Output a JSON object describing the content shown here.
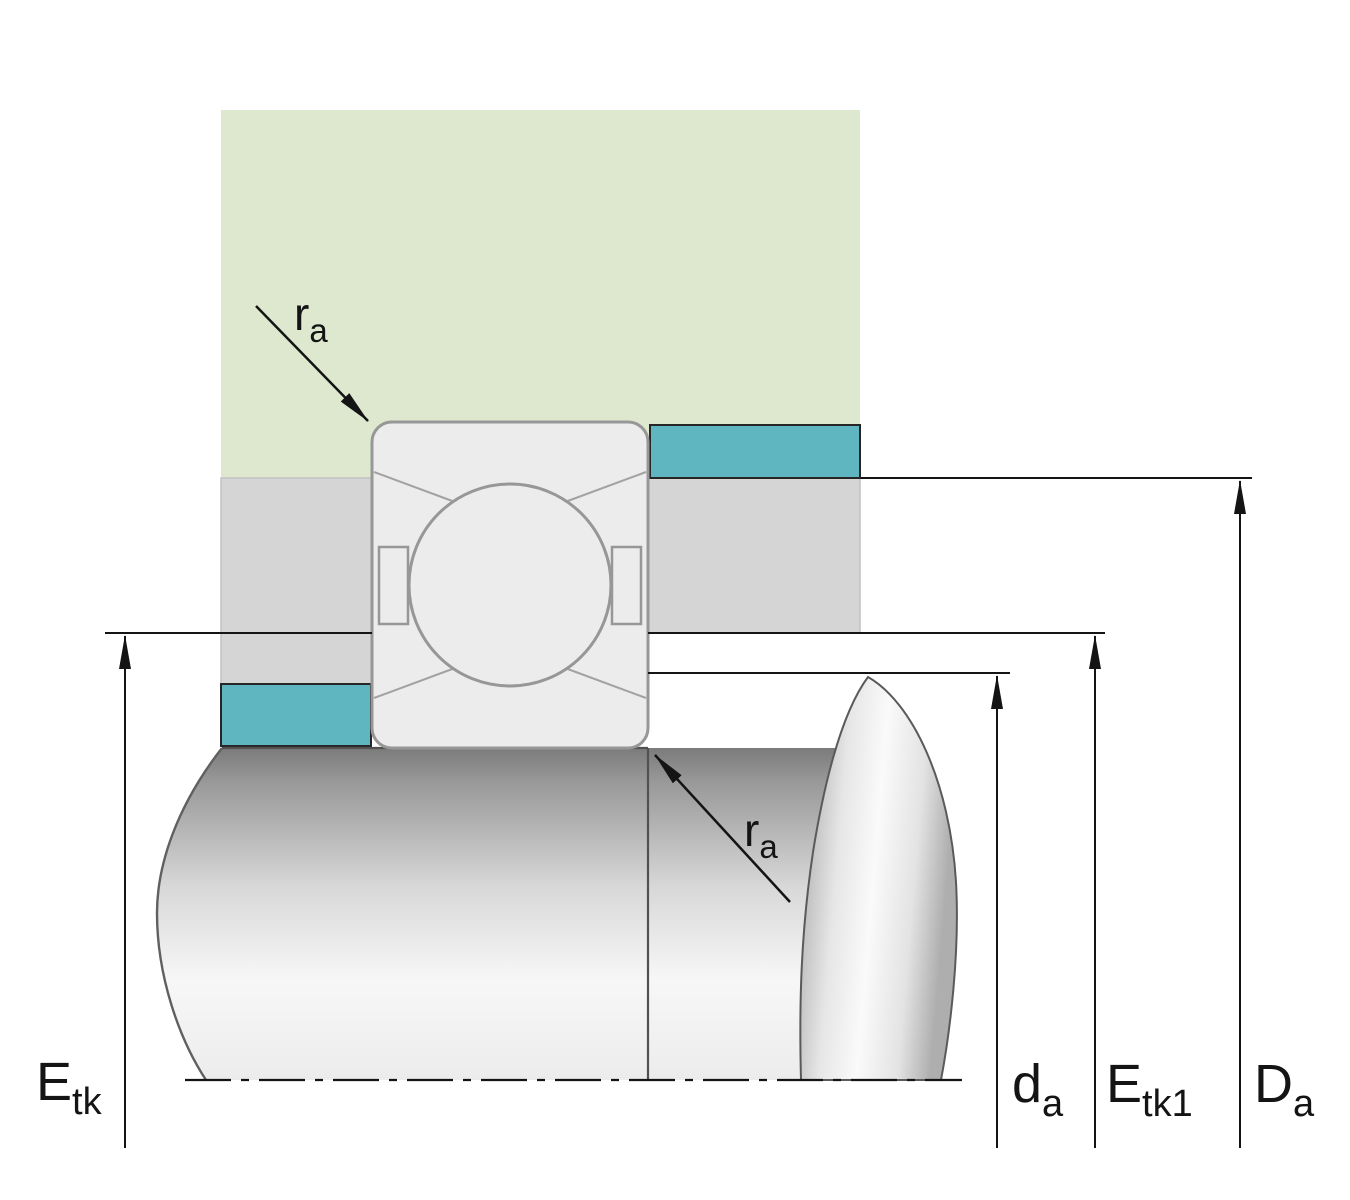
{
  "diagram": {
    "type": "bearing-mounting-dimensions-drawing",
    "labels": {
      "etk": {
        "main": "E",
        "sub": "tk"
      },
      "da": {
        "main": "d",
        "sub": "a"
      },
      "etk1": {
        "main": "E",
        "sub": "tk1"
      },
      "Da": {
        "main": "D",
        "sub": "a"
      },
      "ra_top": {
        "main": "r",
        "sub": "a"
      },
      "ra_bottom": {
        "main": "r",
        "sub": "a"
      }
    },
    "colors": {
      "housing_green": "#dde8cf",
      "spacer_teal": "#5fb5c0",
      "housing_gray": "#d5d5d5",
      "bearing_fill": "#ececec",
      "bearing_stroke": "#979797",
      "line": "#141414"
    }
  }
}
